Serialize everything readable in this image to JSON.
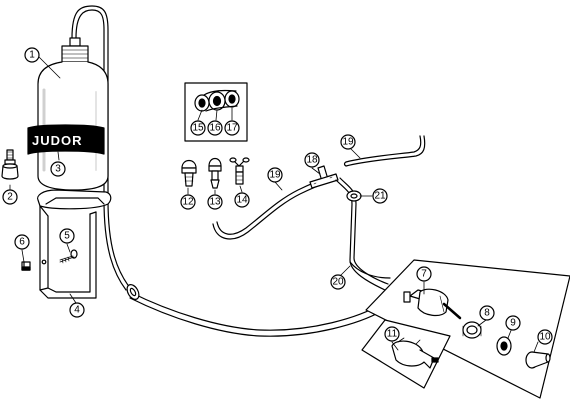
{
  "brand": "JUDOR",
  "callouts": {
    "c1": "1",
    "c2": "2",
    "c3": "3",
    "c4": "4",
    "c5": "5",
    "c6": "6",
    "c7": "7",
    "c8": "8",
    "c9": "9",
    "c10": "10",
    "c11": "11",
    "c12": "12",
    "c13": "13",
    "c14": "14",
    "c15": "15",
    "c16": "16",
    "c17": "17",
    "c18": "18",
    "c19a": "19",
    "c19b": "19",
    "c20": "20",
    "c21": "21"
  },
  "colors": {
    "line": "#000000",
    "fill": "#ffffff",
    "shade": "#d8d8d8",
    "band": "#000000"
  }
}
